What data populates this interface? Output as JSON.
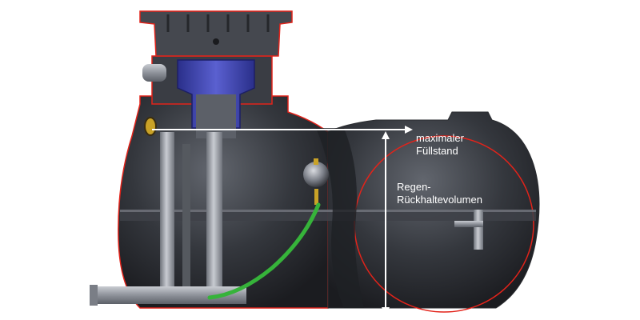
{
  "annotations": {
    "max_fill_level": {
      "line1": "maximaler",
      "line2": "Füllstand"
    },
    "retention_volume": {
      "line1": "Regen-",
      "line2": "Rückhaltevolumen"
    }
  },
  "colors": {
    "tank_body": "#2b2d31",
    "tank_highlight": "#5a5e66",
    "outline": "#e2231a",
    "inner_chamber": "#3a3fa8",
    "pipe": "#9a9ea6",
    "hose": "#36b33a",
    "arrow": "#ffffff"
  }
}
